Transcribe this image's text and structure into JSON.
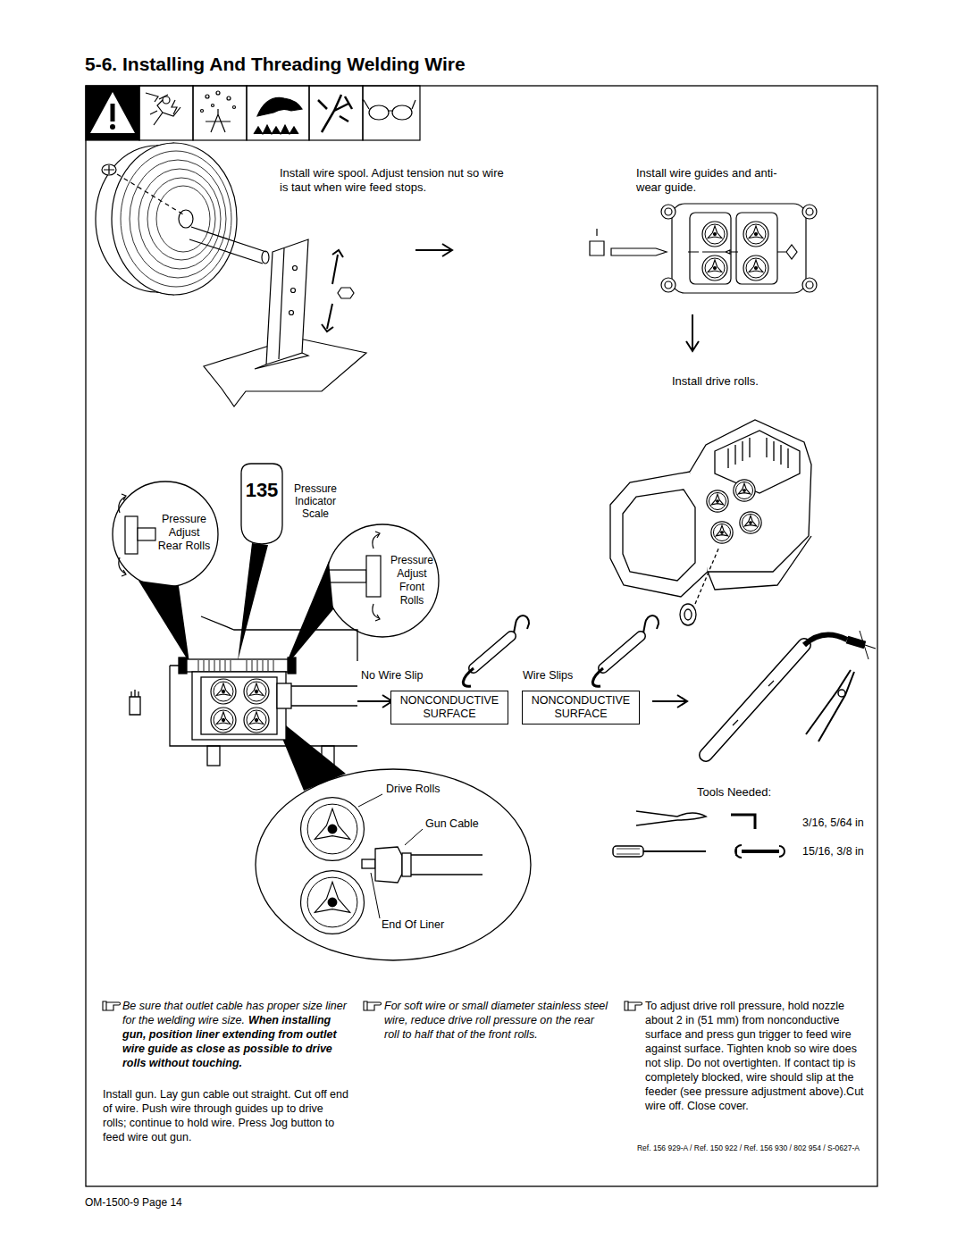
{
  "diagram": {
    "title": "5-6. Installing And Threading Welding Wire",
    "nodes": [
      {
        "text": [
          "135",
          "Pressure Indicator Scale"
        ]
      },
      {
        "text": [
          "Pressure Adjust Rear Rolls"
        ]
      },
      {
        "text": [
          "Pressure Adjust Front Rolls"
        ]
      },
      {
        "text": [
          "No Wire Slip",
          "NONCONDUCTIVE SURFACE"
        ]
      },
      {
        "text": [
          "Wire Slips",
          "NONCONDUCTIVE SURFACE"
        ]
      },
      {
        "text": [
          "Drive Rolls",
          "Gun Cable",
          "End Of Liner"
        ]
      }
    ],
    "labels": [
      "Install wire spool. Adjust tension nut so wire is taut when wire feed stops.",
      "Install wire guides and anti-wear guide.",
      "Install drive rolls.",
      "Tools Needed:",
      "3/16, 5/64 in",
      "15/16, 3/8 in",
      "Be sure that outlet cable has proper size liner for the welding wire size.",
      "When installing gun, position liner extending from outlet wire guide as close as possible to drive rolls without touching.",
      "Install gun. Lay gun cable out straight. Cut off end of wire. Push wire through guides up to drive rolls; continue to hold wire. Press Jog button to feed wire out gun.",
      "For soft wire or small diameter stainless steel wire, reduce drive roll pressure on the rear roll to half that of the front rolls.",
      "To adjust drive roll pressure, hold nozzle about 2 in (51 mm) from nonconductive surface and press gun trigger to feed wire against surface. Tighten knob so wire does not slip. Do not overtighten. If contact tip is completely blocked, wire should slip at the feeder (see pressure adjustment above).Cut wire off. Close cover.",
      "Ref. 156 929-A / Ref. 150 922 / Ref. 156 930 / 802 954 / S-0627-A",
      "OM-1500-9 Page 14"
    ]
  }
}
